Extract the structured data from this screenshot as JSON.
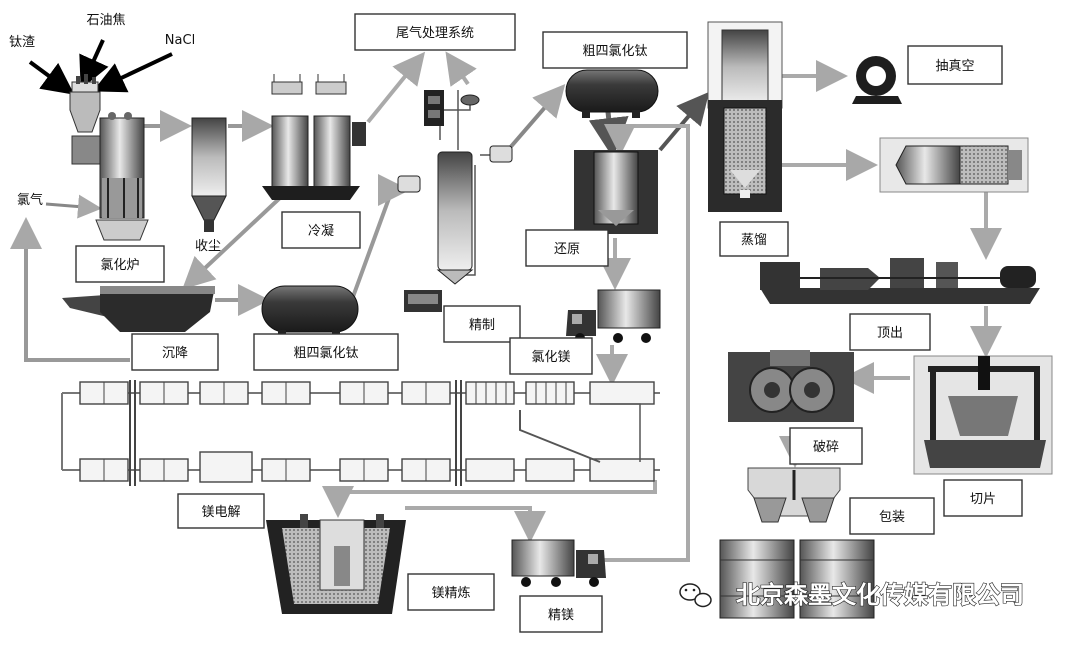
{
  "labels": {
    "taizha": "钛渣",
    "shiyoujiao": "石油焦",
    "nacl": "NaCl",
    "lvqi": "氯气",
    "weiqi": "尾气处理系统",
    "lvhualu": "氯化炉",
    "shouchen": "收尘",
    "lengning": "冷凝",
    "chenjiang": "沉降",
    "cu_lower": "粗四氯化钛",
    "jingzhi": "精制",
    "cu_upper": "粗四氯化钛",
    "huanyuan": "还原",
    "lvhuamei": "氯化镁",
    "zhengliu": "蒸馏",
    "chouzhenkong": "抽真空",
    "dingchu": "顶出",
    "posui": "破碎",
    "qiepian": "切片",
    "baozhuang": "包装",
    "meidianjie": "镁电解",
    "meijinglian": "镁精炼",
    "jingmei": "精镁"
  },
  "watermark": "北京森墨文化传媒有限公司",
  "colors": {
    "arrow_gray": "#a8a8a8",
    "arrow_dark": "#555555",
    "equipment_dark": "#2b2b2b",
    "equipment_mid": "#7a7a7a",
    "equipment_light": "#d9d9d9"
  }
}
